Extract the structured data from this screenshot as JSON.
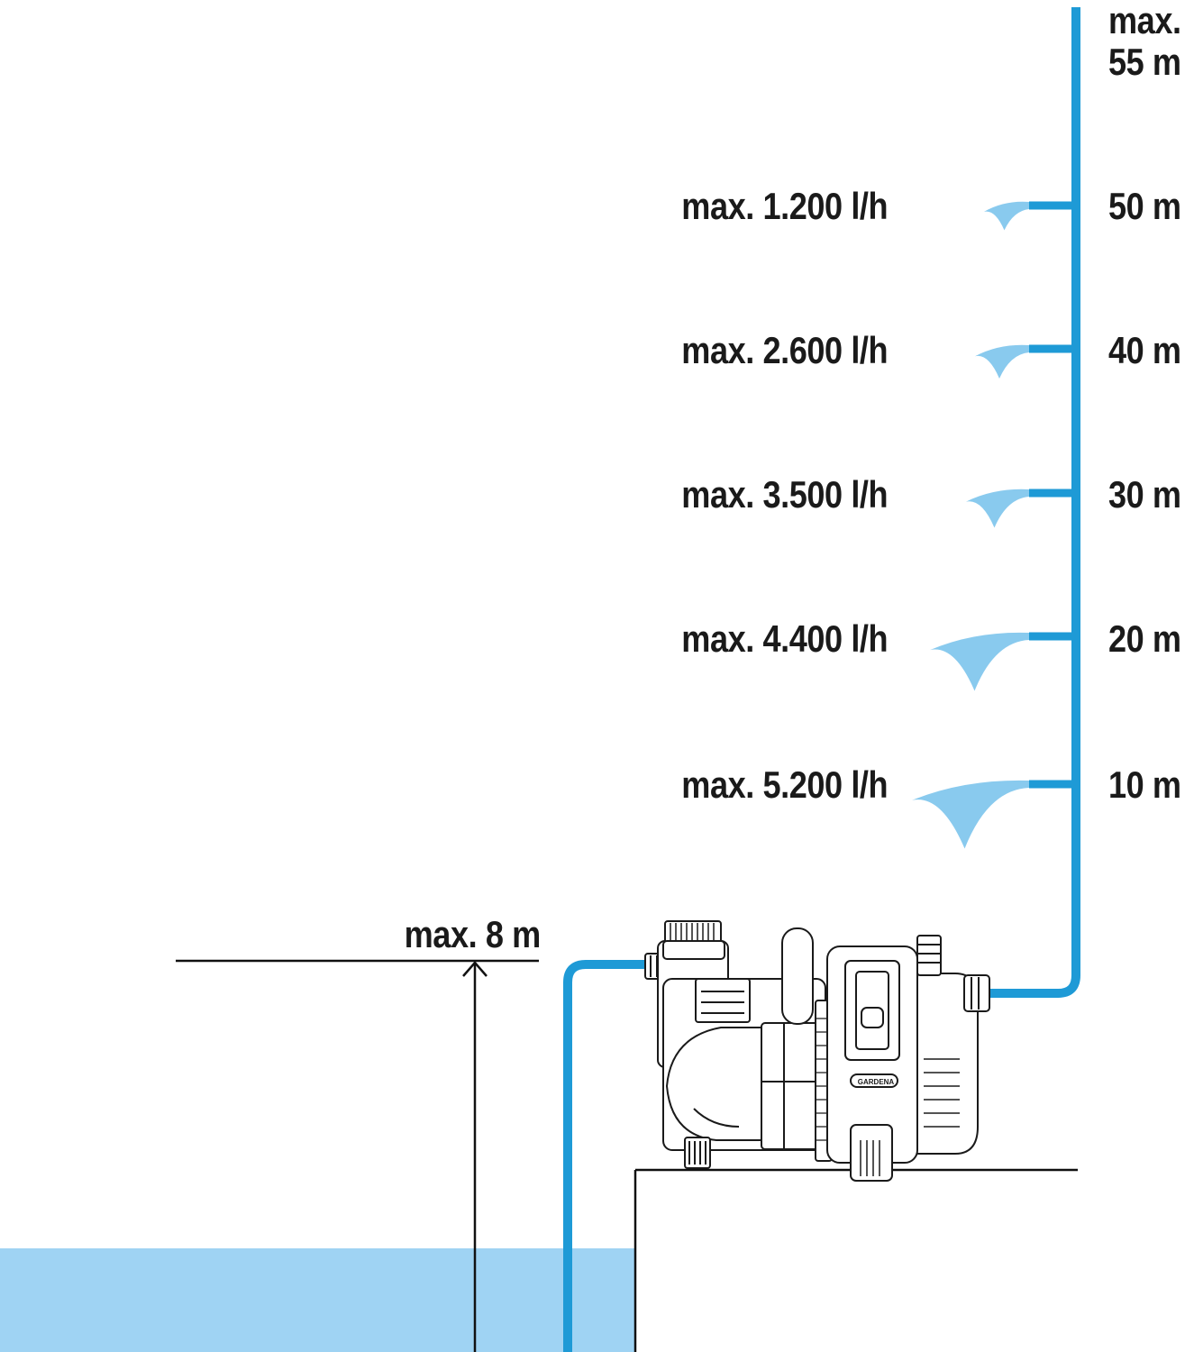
{
  "colors": {
    "pipe": "#1e9ad6",
    "water": "#9fd3f3",
    "spray": "#7cc4ec",
    "line": "#111111"
  },
  "max_head": {
    "label_line1": "max.",
    "label_line2": "55 m"
  },
  "levels": [
    {
      "flow": "max. 1.200 l/h",
      "height": "50 m"
    },
    {
      "flow": "max. 2.600 l/h",
      "height": "40 m"
    },
    {
      "flow": "max. 3.500 l/h",
      "height": "30 m"
    },
    {
      "flow": "max. 4.400 l/h",
      "height": "20 m"
    },
    {
      "flow": "max. 5.200 l/h",
      "height": "10 m"
    }
  ],
  "suction": {
    "label": "max. 8 m"
  },
  "pump": {
    "brand": "GARDENA"
  }
}
